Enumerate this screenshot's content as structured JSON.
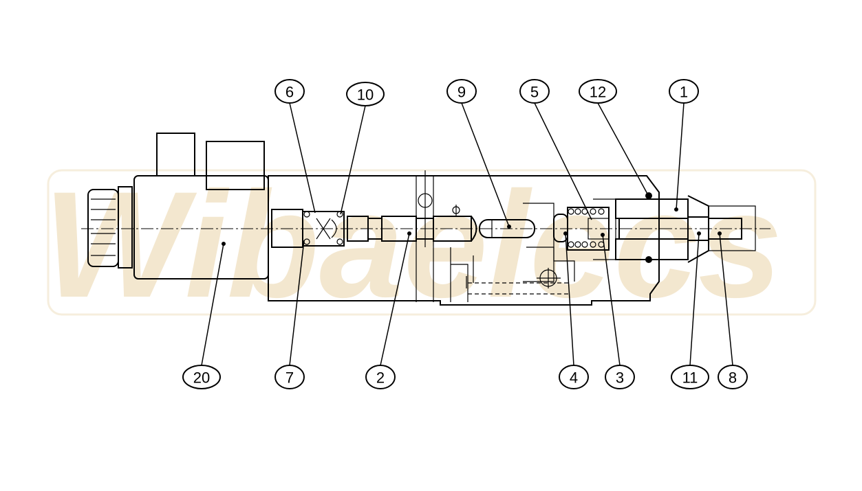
{
  "watermark": {
    "text": "Wibaelecs",
    "color": "#f3e7cf"
  },
  "callouts": [
    {
      "id": "c6",
      "label": "6"
    },
    {
      "id": "c10",
      "label": "10"
    },
    {
      "id": "c9",
      "label": "9"
    },
    {
      "id": "c5",
      "label": "5"
    },
    {
      "id": "c12",
      "label": "12"
    },
    {
      "id": "c1",
      "label": "1"
    },
    {
      "id": "c20",
      "label": "20"
    },
    {
      "id": "c7",
      "label": "7"
    },
    {
      "id": "c2",
      "label": "2"
    },
    {
      "id": "c4",
      "label": "4"
    },
    {
      "id": "c3",
      "label": "3"
    },
    {
      "id": "c11",
      "label": "11"
    },
    {
      "id": "c8",
      "label": "8"
    }
  ]
}
